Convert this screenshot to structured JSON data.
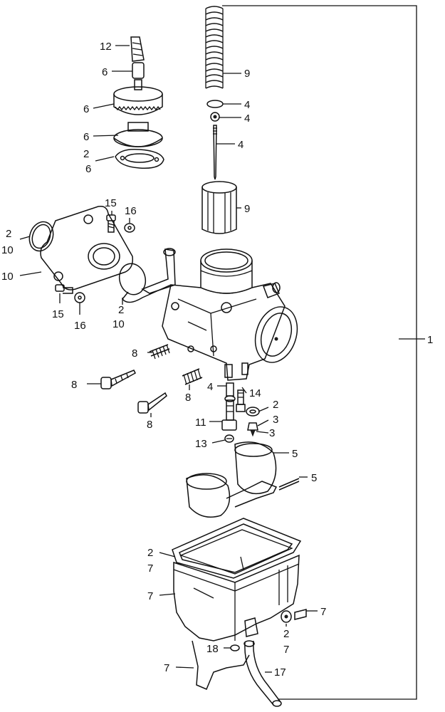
{
  "diagram": {
    "callouts": {
      "c12": "12",
      "c6a": "6",
      "c6b": "6",
      "c6c": "6",
      "c2a": "2",
      "c6d": "6",
      "c9a": "9",
      "c4a": "4",
      "c4b": "4",
      "c4c": "4",
      "c9b": "9",
      "c15a": "15",
      "c16a": "16",
      "c2b": "2",
      "c10a": "10",
      "c10b": "10",
      "c15b": "15",
      "c16b": "16",
      "c2c": "2",
      "c10c": "10",
      "c1": "1",
      "c8a": "8",
      "c8b": "8",
      "c8c": "8",
      "c8d": "8",
      "c4d": "4",
      "c14": "14",
      "c2d": "2",
      "c3a": "3",
      "c11": "11",
      "c3b": "3",
      "c13": "13",
      "c5a": "5",
      "c5b": "5",
      "c2e": "2",
      "c7a": "7",
      "c7b": "7",
      "c7c": "7",
      "c2f": "2",
      "c7d": "7",
      "c18": "18",
      "c7e": "7",
      "c17": "17"
    }
  }
}
